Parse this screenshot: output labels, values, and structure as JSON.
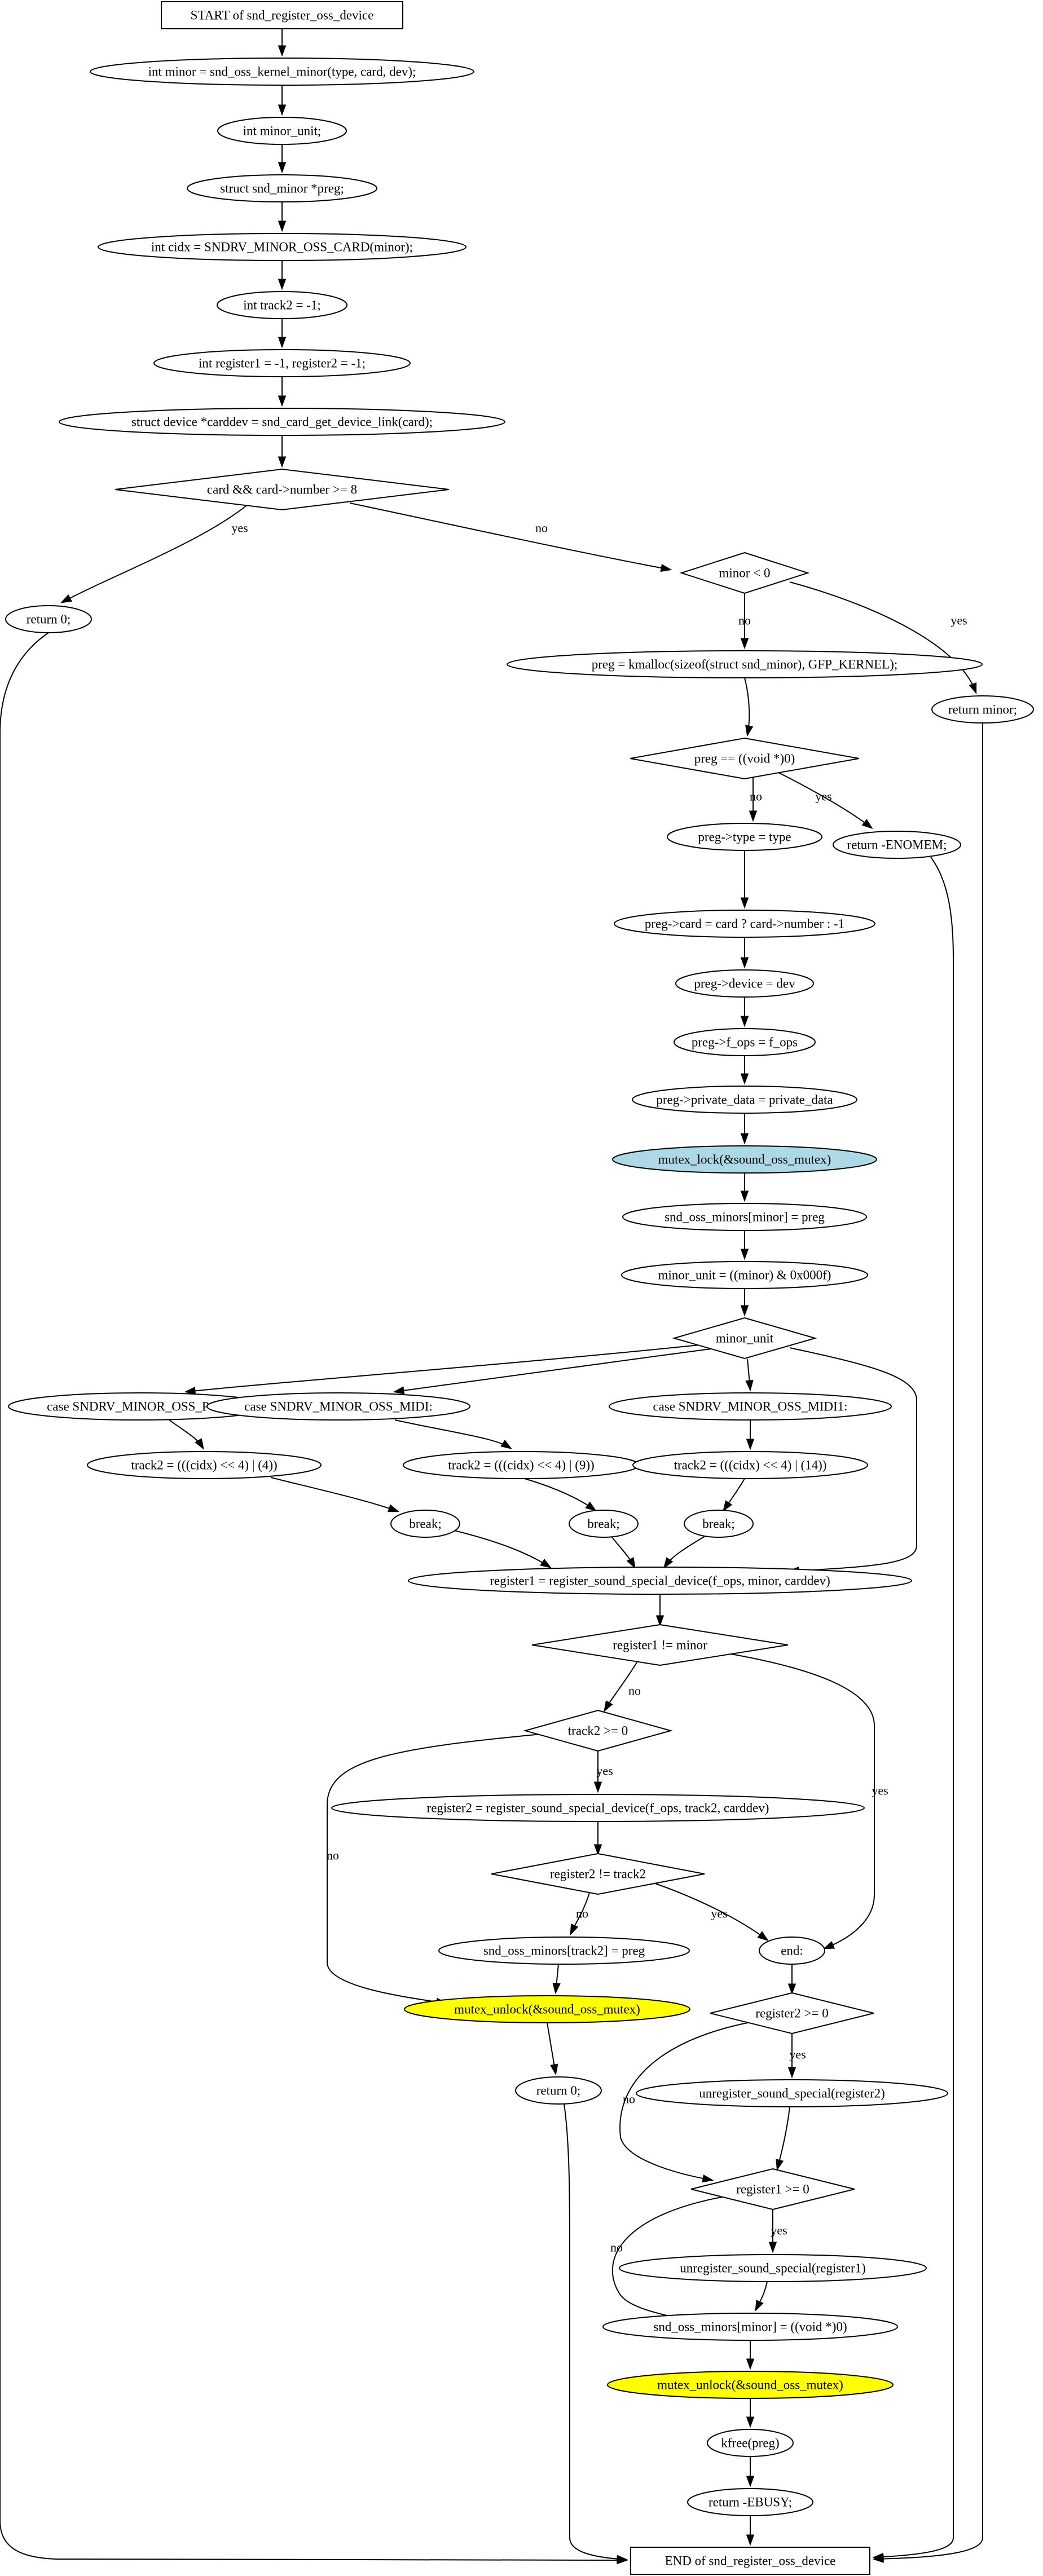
{
  "colors": {
    "lock_fill": "#add8e6",
    "unlock_fill": "#ffff00",
    "default_fill": "#ffffff",
    "stroke": "#000000"
  },
  "diagram": {
    "nodes": [
      {
        "id": "start",
        "shape": "box",
        "label": "START of snd_register_oss_device"
      },
      {
        "id": "n1",
        "shape": "ellipse",
        "label": "int minor = snd_oss_kernel_minor(type, card, dev);"
      },
      {
        "id": "n2",
        "shape": "ellipse",
        "label": "int minor_unit;"
      },
      {
        "id": "n3",
        "shape": "ellipse",
        "label": "struct snd_minor *preg;"
      },
      {
        "id": "n4",
        "shape": "ellipse",
        "label": "int cidx = SNDRV_MINOR_OSS_CARD(minor);"
      },
      {
        "id": "n5",
        "shape": "ellipse",
        "label": "int track2 = -1;"
      },
      {
        "id": "n6",
        "shape": "ellipse",
        "label": "int register1 = -1, register2 = -1;"
      },
      {
        "id": "n7",
        "shape": "ellipse",
        "label": "struct device *carddev = snd_card_get_device_link(card);"
      },
      {
        "id": "d1",
        "shape": "diamond",
        "label": "card && card->number >= 8"
      },
      {
        "id": "ret0a",
        "shape": "ellipse",
        "label": "return 0;"
      },
      {
        "id": "d2",
        "shape": "diamond",
        "label": "minor < 0"
      },
      {
        "id": "retminor",
        "shape": "ellipse",
        "label": "return minor;"
      },
      {
        "id": "n8",
        "shape": "ellipse",
        "label": "preg = kmalloc(sizeof(struct snd_minor), GFP_KERNEL);"
      },
      {
        "id": "d3",
        "shape": "diamond",
        "label": "preg == ((void *)0)"
      },
      {
        "id": "retnomem",
        "shape": "ellipse",
        "label": "return -ENOMEM;"
      },
      {
        "id": "n9",
        "shape": "ellipse",
        "label": "preg->type = type"
      },
      {
        "id": "n10",
        "shape": "ellipse",
        "label": "preg->card = card ? card->number : -1"
      },
      {
        "id": "n11",
        "shape": "ellipse",
        "label": "preg->device = dev"
      },
      {
        "id": "n12",
        "shape": "ellipse",
        "label": "preg->f_ops = f_ops"
      },
      {
        "id": "n13",
        "shape": "ellipse",
        "label": "preg->private_data = private_data"
      },
      {
        "id": "lock",
        "shape": "ellipse",
        "fill": "lock",
        "label": "mutex_lock(&sound_oss_mutex)"
      },
      {
        "id": "n14",
        "shape": "ellipse",
        "label": "snd_oss_minors[minor] = preg"
      },
      {
        "id": "n15",
        "shape": "ellipse",
        "label": "minor_unit = ((minor) & 0x000f)"
      },
      {
        "id": "d4",
        "shape": "diamond",
        "label": "minor_unit"
      },
      {
        "id": "c1",
        "shape": "ellipse",
        "label": "case SNDRV_MINOR_OSS_PCM:"
      },
      {
        "id": "c2",
        "shape": "ellipse",
        "label": "case SNDRV_MINOR_OSS_MIDI:"
      },
      {
        "id": "c3",
        "shape": "ellipse",
        "label": "case SNDRV_MINOR_OSS_MIDI1:"
      },
      {
        "id": "t1",
        "shape": "ellipse",
        "label": "track2 = (((cidx) << 4) | (4))"
      },
      {
        "id": "t2",
        "shape": "ellipse",
        "label": "track2 = (((cidx) << 4) | (9))"
      },
      {
        "id": "t3",
        "shape": "ellipse",
        "label": "track2 = (((cidx) << 4) | (14))"
      },
      {
        "id": "b1",
        "shape": "ellipse",
        "label": "break;"
      },
      {
        "id": "b2",
        "shape": "ellipse",
        "label": "break;"
      },
      {
        "id": "b3",
        "shape": "ellipse",
        "label": "break;"
      },
      {
        "id": "reg1",
        "shape": "ellipse",
        "label": "register1 = register_sound_special_device(f_ops, minor, carddev)"
      },
      {
        "id": "d5",
        "shape": "diamond",
        "label": "register1 != minor"
      },
      {
        "id": "d6",
        "shape": "diamond",
        "label": "track2 >= 0"
      },
      {
        "id": "reg2",
        "shape": "ellipse",
        "label": "register2 = register_sound_special_device(f_ops, track2, carddev)"
      },
      {
        "id": "d7",
        "shape": "diamond",
        "label": "register2 != track2"
      },
      {
        "id": "n16",
        "shape": "ellipse",
        "label": "snd_oss_minors[track2] = preg"
      },
      {
        "id": "unlock1",
        "shape": "ellipse",
        "fill": "unlock",
        "label": "mutex_unlock(&sound_oss_mutex)"
      },
      {
        "id": "ret0b",
        "shape": "ellipse",
        "label": "return 0;"
      },
      {
        "id": "end",
        "shape": "ellipse",
        "label": "end:"
      },
      {
        "id": "d8",
        "shape": "diamond",
        "label": "register2 >= 0"
      },
      {
        "id": "unreg2",
        "shape": "ellipse",
        "label": "unregister_sound_special(register2)"
      },
      {
        "id": "d9",
        "shape": "diamond",
        "label": "register1 >= 0"
      },
      {
        "id": "unreg1",
        "shape": "ellipse",
        "label": "unregister_sound_special(register1)"
      },
      {
        "id": "n17",
        "shape": "ellipse",
        "label": "snd_oss_minors[minor] = ((void *)0)"
      },
      {
        "id": "unlock2",
        "shape": "ellipse",
        "fill": "unlock",
        "label": "mutex_unlock(&sound_oss_mutex)"
      },
      {
        "id": "kfree",
        "shape": "ellipse",
        "label": "kfree(preg)"
      },
      {
        "id": "retbusy",
        "shape": "ellipse",
        "label": "return -EBUSY;"
      },
      {
        "id": "endbox",
        "shape": "box",
        "label": "END of snd_register_oss_device"
      }
    ],
    "edges": [
      {
        "from": "start",
        "to": "n1",
        "label": ""
      },
      {
        "from": "n1",
        "to": "n2",
        "label": ""
      },
      {
        "from": "n2",
        "to": "n3",
        "label": ""
      },
      {
        "from": "n3",
        "to": "n4",
        "label": ""
      },
      {
        "from": "n4",
        "to": "n5",
        "label": ""
      },
      {
        "from": "n5",
        "to": "n6",
        "label": ""
      },
      {
        "from": "n6",
        "to": "n7",
        "label": ""
      },
      {
        "from": "n7",
        "to": "d1",
        "label": ""
      },
      {
        "from": "d1",
        "to": "ret0a",
        "label": "yes"
      },
      {
        "from": "d1",
        "to": "d2",
        "label": "no"
      },
      {
        "from": "d2",
        "to": "n8",
        "label": "no"
      },
      {
        "from": "d2",
        "to": "retminor",
        "label": "yes"
      },
      {
        "from": "n8",
        "to": "d3",
        "label": ""
      },
      {
        "from": "d3",
        "to": "n9",
        "label": "no"
      },
      {
        "from": "d3",
        "to": "retnomem",
        "label": "yes"
      },
      {
        "from": "n9",
        "to": "n10",
        "label": ""
      },
      {
        "from": "n10",
        "to": "n11",
        "label": ""
      },
      {
        "from": "n11",
        "to": "n12",
        "label": ""
      },
      {
        "from": "n12",
        "to": "n13",
        "label": ""
      },
      {
        "from": "n13",
        "to": "lock",
        "label": ""
      },
      {
        "from": "lock",
        "to": "n14",
        "label": ""
      },
      {
        "from": "n14",
        "to": "n15",
        "label": ""
      },
      {
        "from": "n15",
        "to": "d4",
        "label": ""
      },
      {
        "from": "d4",
        "to": "c1",
        "label": ""
      },
      {
        "from": "d4",
        "to": "c2",
        "label": ""
      },
      {
        "from": "d4",
        "to": "c3",
        "label": ""
      },
      {
        "from": "d4",
        "to": "reg1",
        "label": ""
      },
      {
        "from": "c1",
        "to": "t1",
        "label": ""
      },
      {
        "from": "c2",
        "to": "t2",
        "label": ""
      },
      {
        "from": "c3",
        "to": "t3",
        "label": ""
      },
      {
        "from": "t1",
        "to": "b1",
        "label": ""
      },
      {
        "from": "t2",
        "to": "b2",
        "label": ""
      },
      {
        "from": "t3",
        "to": "b3",
        "label": ""
      },
      {
        "from": "b1",
        "to": "reg1",
        "label": ""
      },
      {
        "from": "b2",
        "to": "reg1",
        "label": ""
      },
      {
        "from": "b3",
        "to": "reg1",
        "label": ""
      },
      {
        "from": "reg1",
        "to": "d5",
        "label": ""
      },
      {
        "from": "d5",
        "to": "d6",
        "label": "no"
      },
      {
        "from": "d5",
        "to": "end",
        "label": "yes"
      },
      {
        "from": "d6",
        "to": "reg2",
        "label": "yes"
      },
      {
        "from": "d6",
        "to": "unlock1",
        "label": "no"
      },
      {
        "from": "reg2",
        "to": "d7",
        "label": ""
      },
      {
        "from": "d7",
        "to": "n16",
        "label": "no"
      },
      {
        "from": "d7",
        "to": "end",
        "label": "yes"
      },
      {
        "from": "n16",
        "to": "unlock1",
        "label": ""
      },
      {
        "from": "unlock1",
        "to": "ret0b",
        "label": ""
      },
      {
        "from": "end",
        "to": "d8",
        "label": ""
      },
      {
        "from": "d8",
        "to": "unreg2",
        "label": "yes"
      },
      {
        "from": "d8",
        "to": "d9",
        "label": "no"
      },
      {
        "from": "unreg2",
        "to": "d9",
        "label": ""
      },
      {
        "from": "d9",
        "to": "unreg1",
        "label": "yes"
      },
      {
        "from": "d9",
        "to": "n17",
        "label": "no"
      },
      {
        "from": "unreg1",
        "to": "n17",
        "label": ""
      },
      {
        "from": "n17",
        "to": "unlock2",
        "label": ""
      },
      {
        "from": "unlock2",
        "to": "kfree",
        "label": ""
      },
      {
        "from": "kfree",
        "to": "retbusy",
        "label": ""
      },
      {
        "from": "retbusy",
        "to": "endbox",
        "label": ""
      },
      {
        "from": "ret0a",
        "to": "endbox",
        "label": ""
      },
      {
        "from": "retminor",
        "to": "endbox",
        "label": ""
      },
      {
        "from": "retnomem",
        "to": "endbox",
        "label": ""
      },
      {
        "from": "ret0b",
        "to": "endbox",
        "label": ""
      }
    ]
  }
}
